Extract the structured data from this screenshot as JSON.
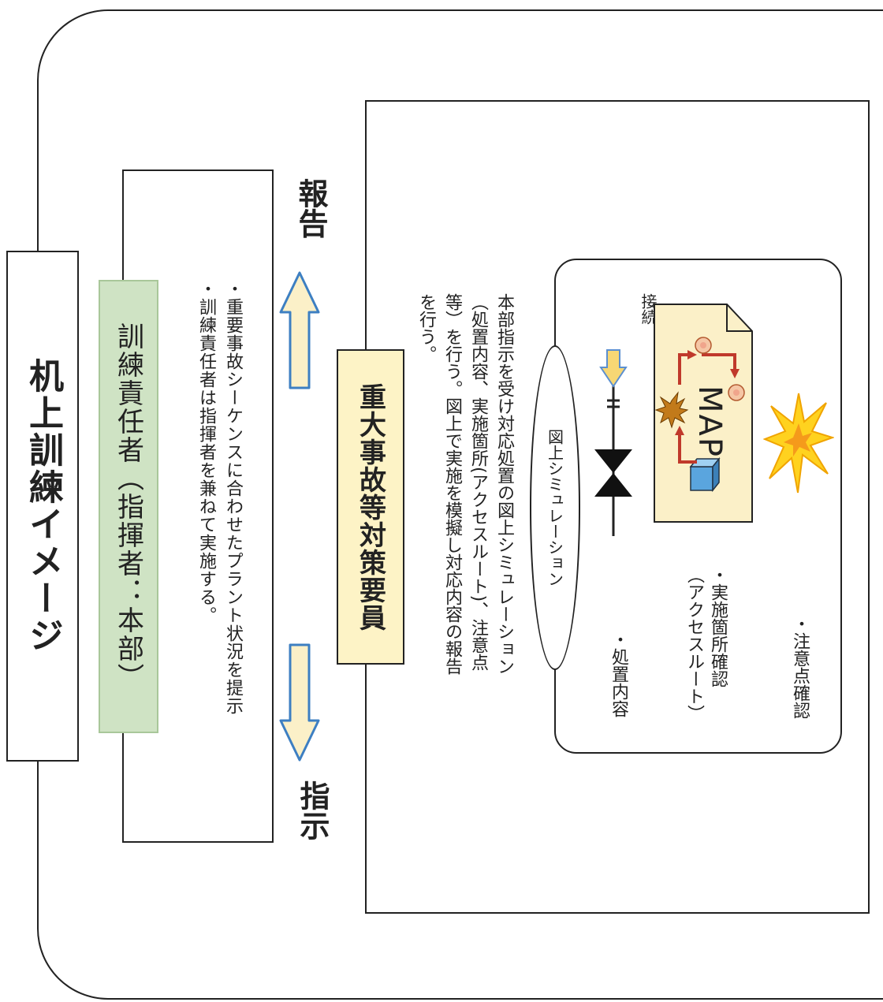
{
  "title": "机上訓練イメージ",
  "trainer": {
    "title": "訓練責任者（指揮者：本部）",
    "lines": [
      "・重要事故シーケンスに合わせたプラント状況を提示",
      "・訓練責任者は指揮者を兼ねて実施する。"
    ]
  },
  "flow": {
    "report_label": "報告",
    "instruct_label": "指示"
  },
  "member": {
    "title": "重大事故等対策要員",
    "desc_lines": [
      "本部指示を受け対応処置の図上シミュレーション",
      "（処置内容、実施箇所(アクセスルート)、注意点",
      "等）を行う。図上で実施を模擬し対応内容の報告",
      "を行う。"
    ]
  },
  "simulation": {
    "oval_label": "図上シミュレーション",
    "bullets": {
      "treatment": "・処置内容",
      "place_line1": "・実施箇所確認",
      "place_line2": "（アクセスルート）",
      "caution": "・注意点確認"
    },
    "connect_line1": "接",
    "connect_line2": "続",
    "map_label": "MAP"
  },
  "colors": {
    "trainer_title_bg": "#cfe3c4",
    "member_title_bg": "#fdf3c6",
    "arrow_fill": "#fbf0c8",
    "arrow_stroke": "#3d7fc2",
    "map_bg": "#fbf0c8",
    "route_red": "#c0392b",
    "burst_yellow": "#ffd21f"
  }
}
